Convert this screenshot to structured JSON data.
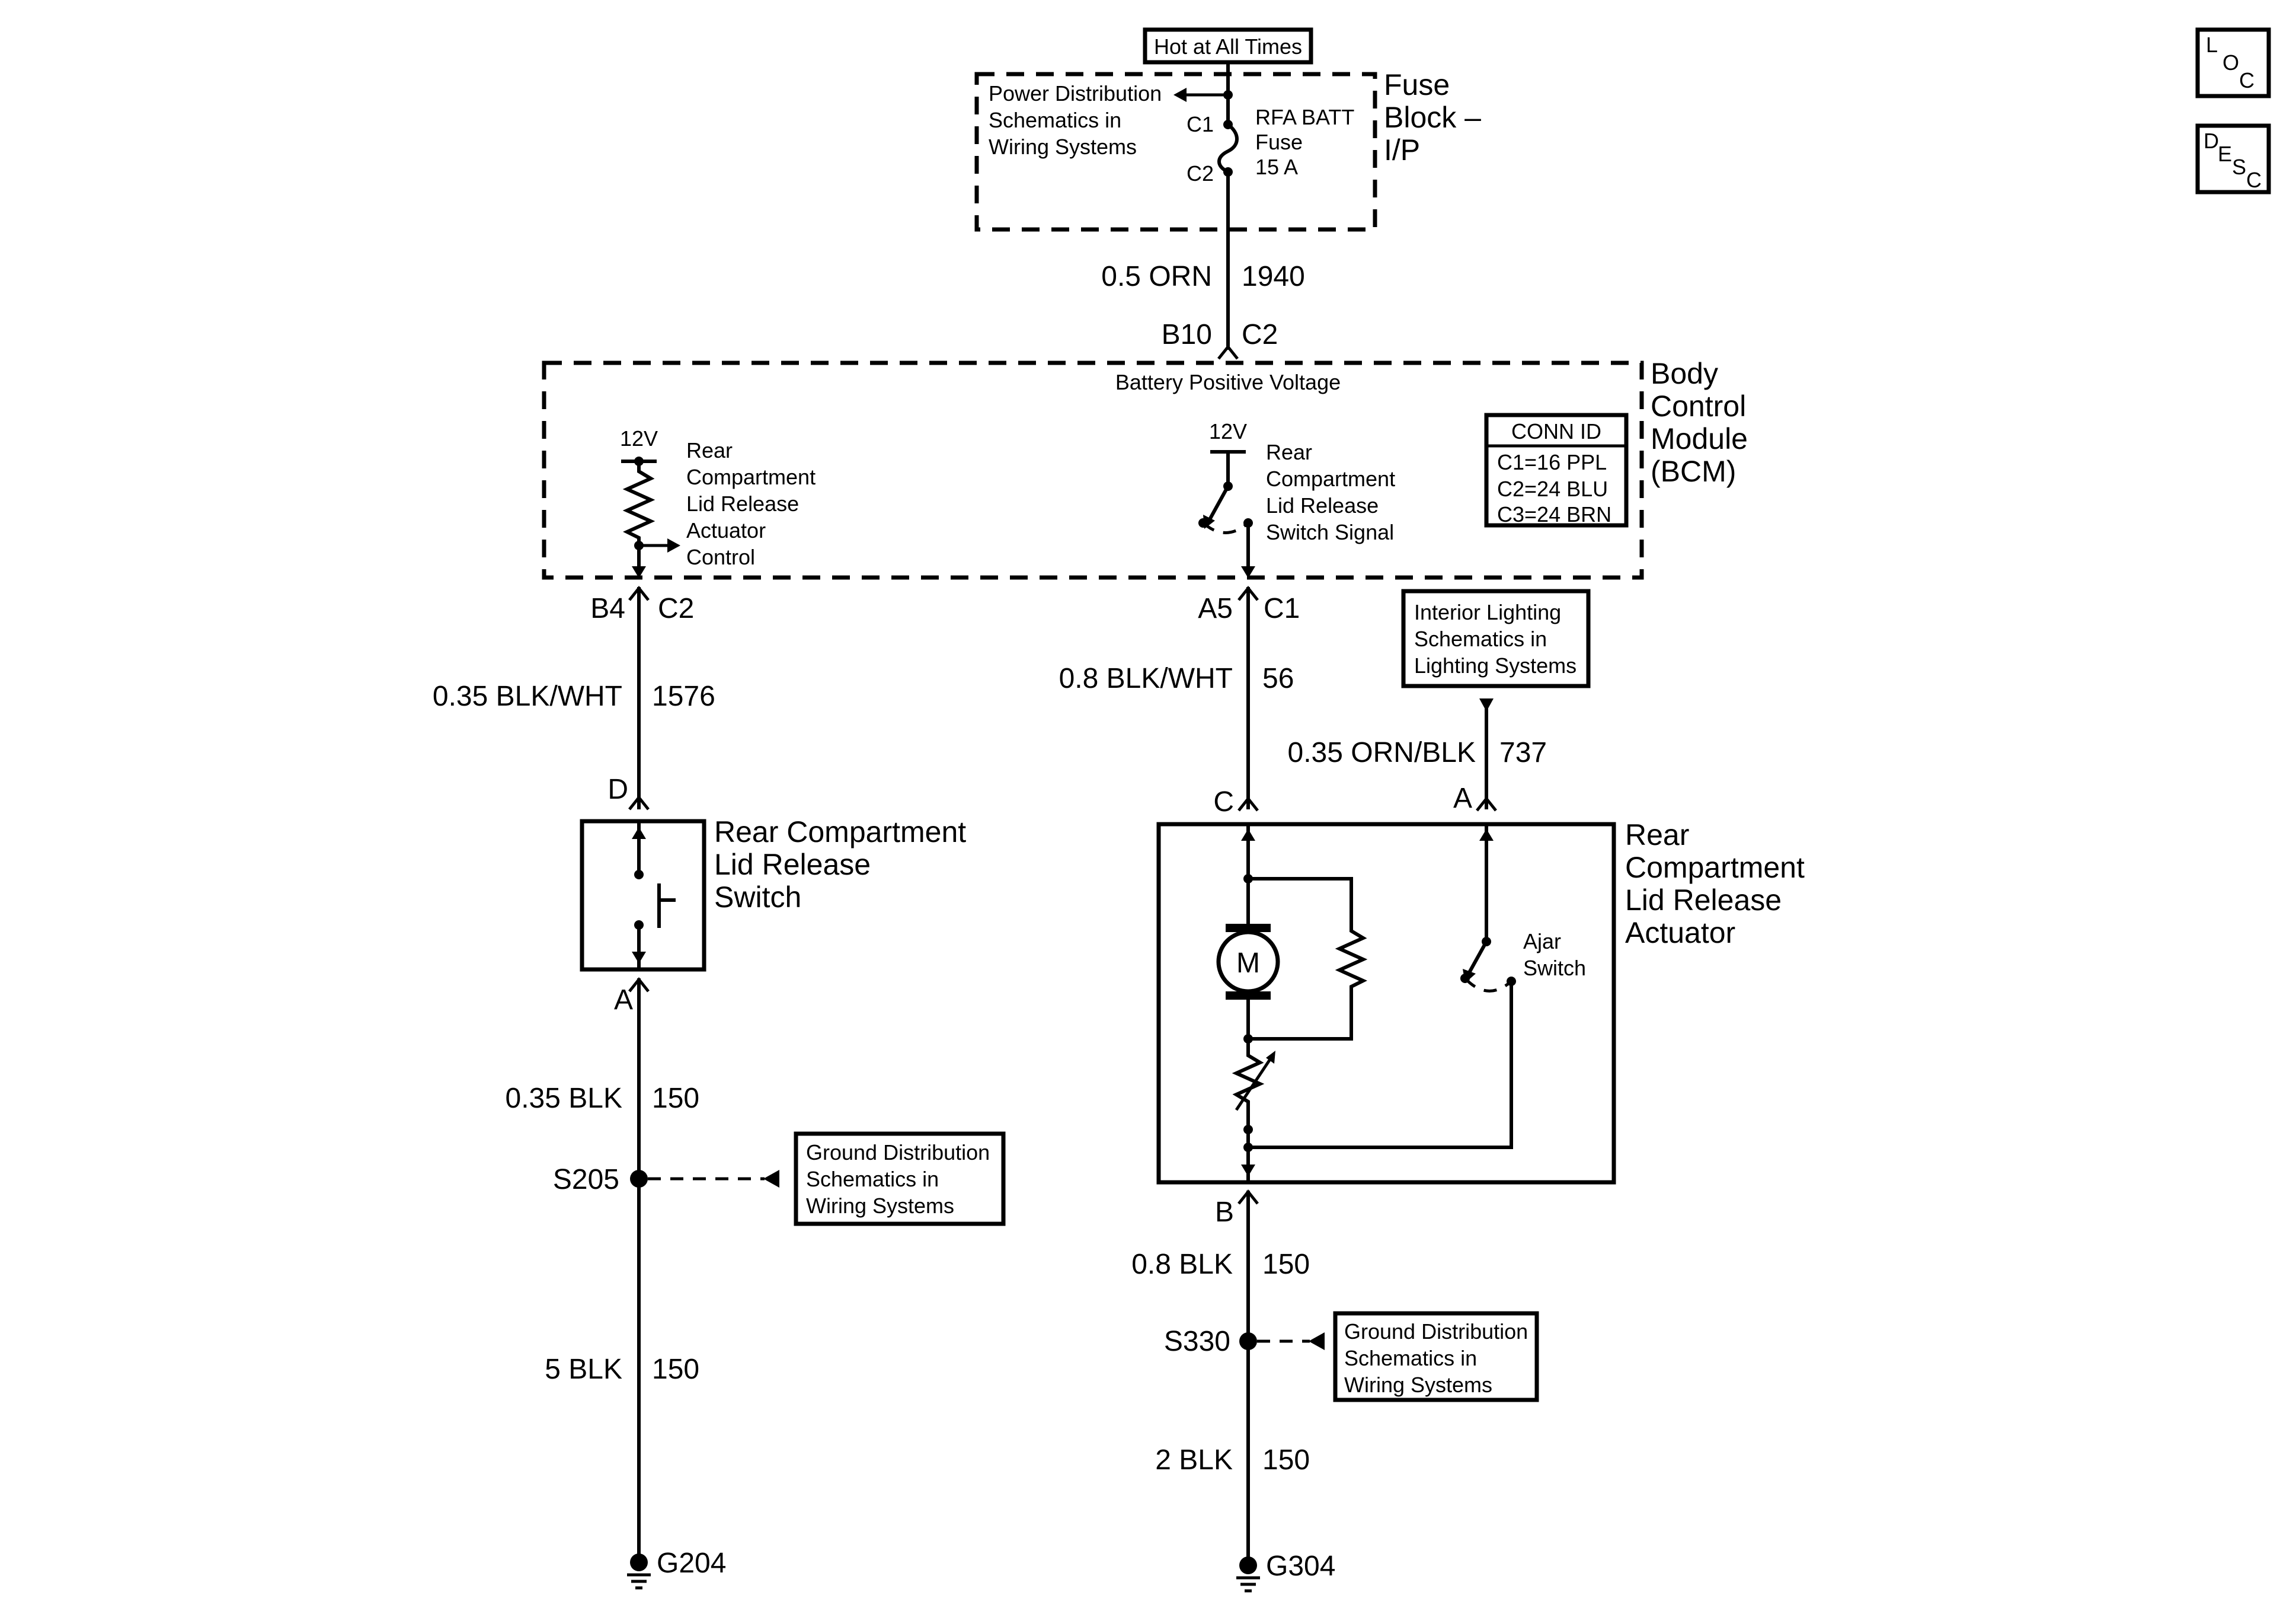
{
  "top": {
    "hot_label": "Hot at All Times",
    "fuse_block_title": [
      "Fuse",
      "Block –",
      "I/P"
    ],
    "power_dist_ref": [
      "Power Distribution",
      "Schematics in",
      "Wiring Systems"
    ],
    "fuse_name": [
      "RFA BATT",
      "Fuse",
      "15 A"
    ],
    "pin_c1": "C1",
    "pin_c2": "C2"
  },
  "wires": {
    "w1940_size": "0.5 ORN",
    "w1940_circuit": "1940",
    "w1576_size": "0.35 BLK/WHT",
    "w1576_circuit": "1576",
    "w56_size": "0.8 BLK/WHT",
    "w56_circuit": "56",
    "w737_size": "0.35 ORN/BLK",
    "w737_circuit": "737",
    "w150a_size": "0.35 BLK",
    "w150a_circuit": "150",
    "w150b_size": "5 BLK",
    "w150b_circuit": "150",
    "w150c_size": "0.8 BLK",
    "w150c_circuit": "150",
    "w150d_size": "2 BLK",
    "w150d_circuit": "150"
  },
  "bcm": {
    "title": [
      "Body",
      "Control",
      "Module",
      "(BCM)"
    ],
    "bus_label": "Battery Positive Voltage",
    "actuator_ctrl_label": [
      "Rear",
      "Compartment",
      "Lid Release",
      "Actuator",
      "Control"
    ],
    "switch_signal_label": [
      "Rear",
      "Compartment",
      "Lid Release",
      "Switch Signal"
    ],
    "volt_12v_a": "12V",
    "volt_12v_b": "12V",
    "conn_id_title": "CONN ID",
    "conn_id_rows": [
      "C1=16 PPL",
      "C2=24 BLU",
      "C3=24 BRN"
    ]
  },
  "connectors": {
    "bcm_in_pin": "B10",
    "bcm_in_conn": "C2",
    "left_pin": "B4",
    "left_conn": "C2",
    "mid_pin": "A5",
    "mid_conn": "C1",
    "switch_top": "D",
    "switch_bottom": "A",
    "act_c": "C",
    "act_a": "A",
    "act_b": "B"
  },
  "components": {
    "switch_title": [
      "Rear Compartment",
      "Lid Release",
      "Switch"
    ],
    "actuator_title": [
      "Rear",
      "Compartment",
      "Lid Release",
      "Actuator"
    ],
    "motor_label": "M",
    "ajar_label": [
      "Ajar",
      "Switch"
    ],
    "interior_ref": [
      "Interior Lighting",
      "Schematics in",
      "Lighting Systems"
    ],
    "ground_ref_left": [
      "Ground Distribution",
      "Schematics in",
      "Wiring Systems"
    ],
    "ground_ref_right": [
      "Ground Distribution",
      "Schematics in",
      "Wiring Systems"
    ]
  },
  "grounds": {
    "splice_left": "S205",
    "splice_right": "S330",
    "ground_left": "G204",
    "ground_right": "G304"
  },
  "nav": {
    "loc_letters": [
      "L",
      "O",
      "C"
    ],
    "desc_letters": [
      "D",
      "E",
      "S",
      "C"
    ]
  }
}
